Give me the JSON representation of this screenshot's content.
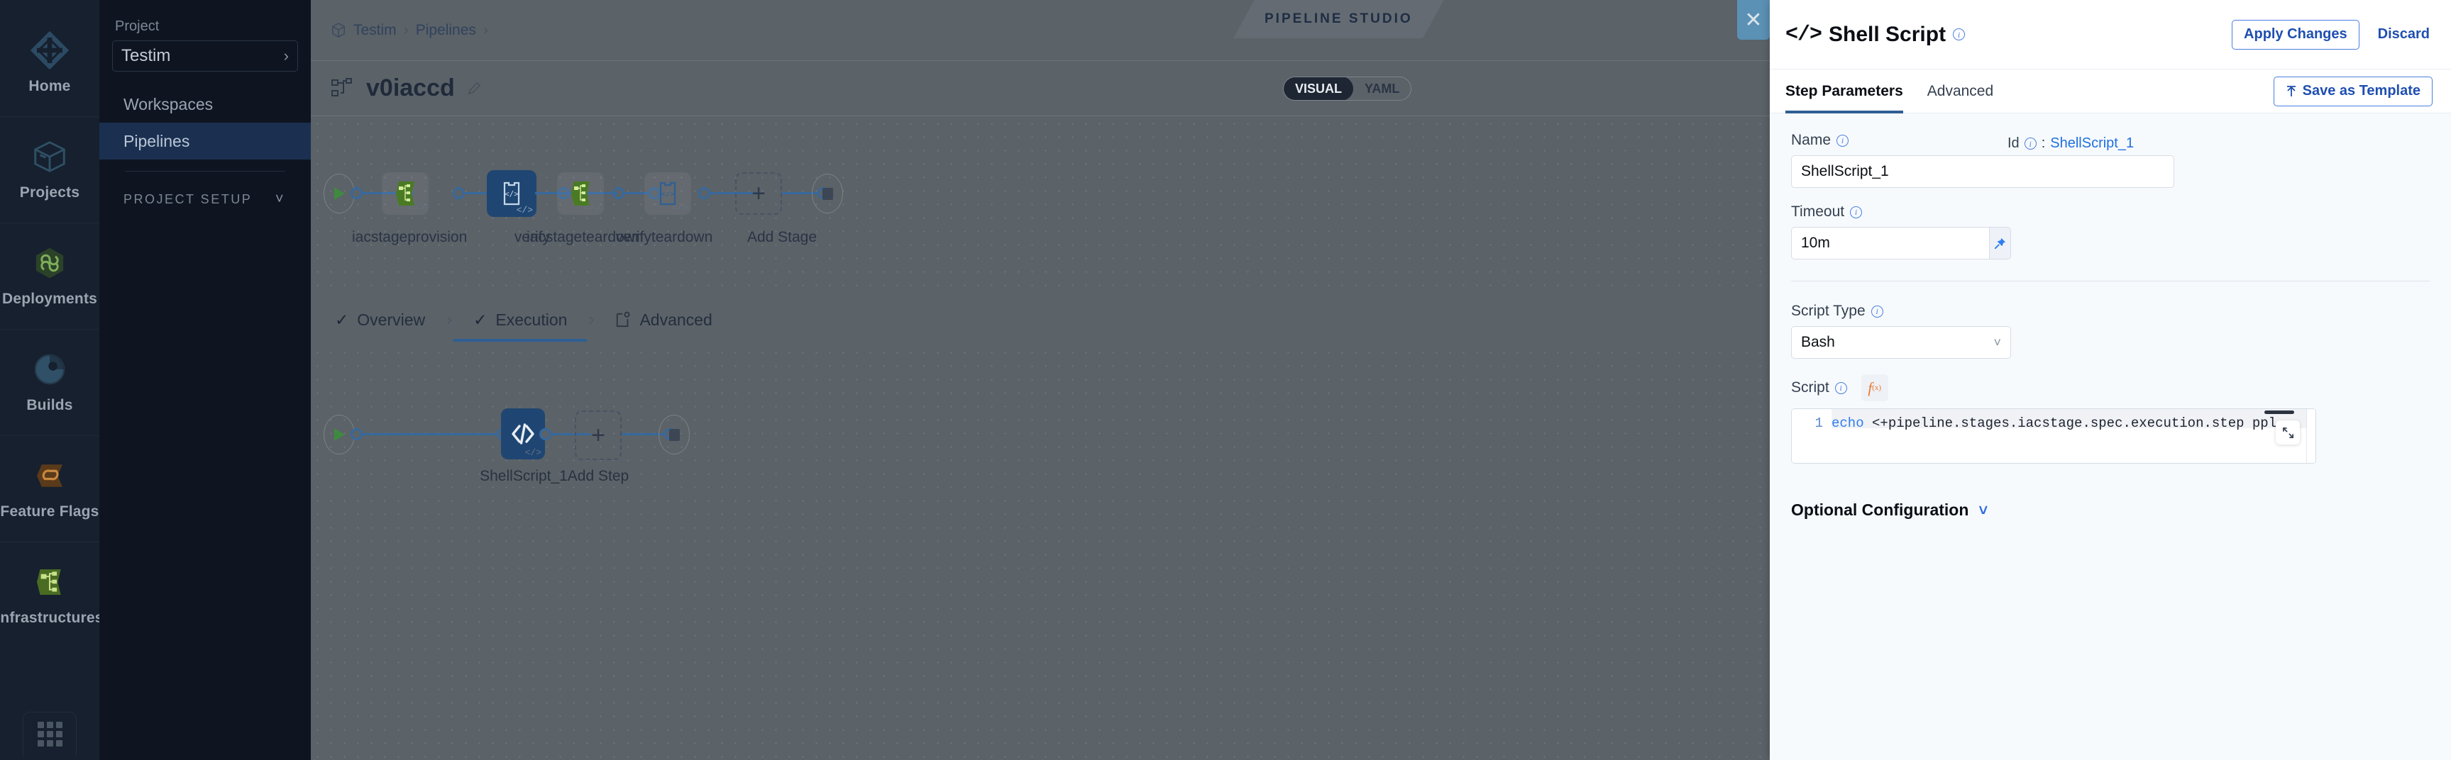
{
  "primary_nav": {
    "items": [
      {
        "label": "Home",
        "icon": "home-diamond-icon"
      },
      {
        "label": "Projects",
        "icon": "box-icon"
      },
      {
        "label": "Deployments",
        "icon": "infinity-hex-icon"
      },
      {
        "label": "Builds",
        "icon": "build-circle-icon"
      },
      {
        "label": "Feature Flags",
        "icon": "flag-icon"
      },
      {
        "label": "Infrastructures",
        "icon": "infrastructure-icon"
      }
    ],
    "apps_button": "apps-grid-icon"
  },
  "secondary_nav": {
    "project_label": "Project",
    "project_value": "Testim",
    "items": [
      {
        "label": "Workspaces",
        "active": false
      },
      {
        "label": "Pipelines",
        "active": true
      }
    ],
    "setup_label": "PROJECT SETUP"
  },
  "topbar": {
    "breadcrumb": [
      "Testim",
      "Pipelines"
    ],
    "studio_tag": "PIPELINE STUDIO",
    "close_label": "✕"
  },
  "pipeline_header": {
    "name": "v0iaccd",
    "view_toggle": {
      "options": [
        "VISUAL",
        "YAML"
      ],
      "selected": "VISUAL"
    }
  },
  "canvas": {
    "stages": [
      {
        "label": "iacstageprovision",
        "type": "infrastructure",
        "selected": false
      },
      {
        "label": "verify",
        "type": "custom",
        "selected": true
      },
      {
        "label": "iacstageteardown",
        "type": "infrastructure",
        "selected": false
      },
      {
        "label": "verifyteardown",
        "type": "custom",
        "selected": false
      }
    ],
    "add_stage_label": "Add Stage",
    "stage_tabs": [
      {
        "label": "Overview",
        "state": "done",
        "active": false
      },
      {
        "label": "Execution",
        "state": "done",
        "active": true
      },
      {
        "label": "Advanced",
        "state": "icon",
        "active": false
      }
    ],
    "steps": [
      {
        "label": "ShellScript_1",
        "selected": true
      }
    ],
    "add_step_label": "Add Step"
  },
  "drawer": {
    "title": "Shell Script",
    "title_glyph": "</>",
    "apply_label": "Apply Changes",
    "discard_label": "Discard",
    "save_template_label": "Save as Template",
    "tabs": [
      {
        "label": "Step Parameters",
        "active": true
      },
      {
        "label": "Advanced",
        "active": false
      }
    ],
    "fields": {
      "name_label": "Name",
      "name_value": "ShellScript_1",
      "id_label": "Id",
      "id_separator": ":",
      "id_value": "ShellScript_1",
      "timeout_label": "Timeout",
      "timeout_value": "10m",
      "script_type_label": "Script Type",
      "script_type_value": "Bash",
      "script_label": "Script",
      "fx_label": "f",
      "fx_sub": "(x)",
      "script_line_number": "1",
      "script_keyword": "echo",
      "script_body": " <+pipeline.stages.iacstage.spec.execution.step     ppl"
    },
    "optional_config_label": "Optional Configuration"
  },
  "colors": {
    "accent_blue": "#2f5f93",
    "link_blue": "#1f6fe0",
    "selected_node": "#1f4672",
    "nav_active": "#1b3050",
    "canvas_bg": "#5b6268"
  }
}
